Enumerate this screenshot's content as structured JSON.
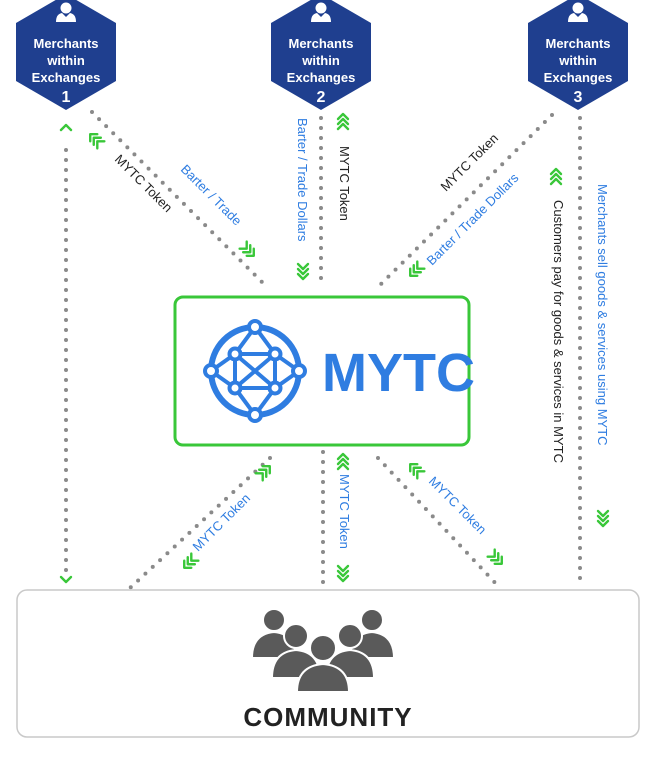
{
  "merchants": [
    {
      "line1": "Merchants",
      "line2": "within",
      "line3": "Exchanges",
      "number": "1"
    },
    {
      "line1": "Merchants",
      "line2": "within",
      "line3": "Exchanges",
      "number": "2"
    },
    {
      "line1": "Merchants",
      "line2": "within",
      "line3": "Exchanges",
      "number": "3"
    }
  ],
  "center": {
    "brand": "MYTC"
  },
  "community": {
    "label": "COMMUNITY"
  },
  "labels": {
    "m1_token": "MYTC Token",
    "m1_barter": "Barter / Trade",
    "m2_barter": "Barter / Trade Dollars",
    "m2_token": "MYTC Token",
    "m3_token": "MYTC Token",
    "m3_barter": "Barter / Trade Dollars",
    "customers_pay": "Customers pay for goods & services in MYTC",
    "merchants_sell": "Merchants sell goods & services using MYTC",
    "bottom_left_token": "MYTC Token",
    "bottom_mid_token": "MYTC Token",
    "bottom_right_token": "MYTC Token"
  },
  "colors": {
    "hexagon": "#1f3f8f",
    "brand_blue": "#2f7de1",
    "green": "#39c739",
    "dotted": "#8a8a8a",
    "community_icon": "#5a5a5a"
  }
}
